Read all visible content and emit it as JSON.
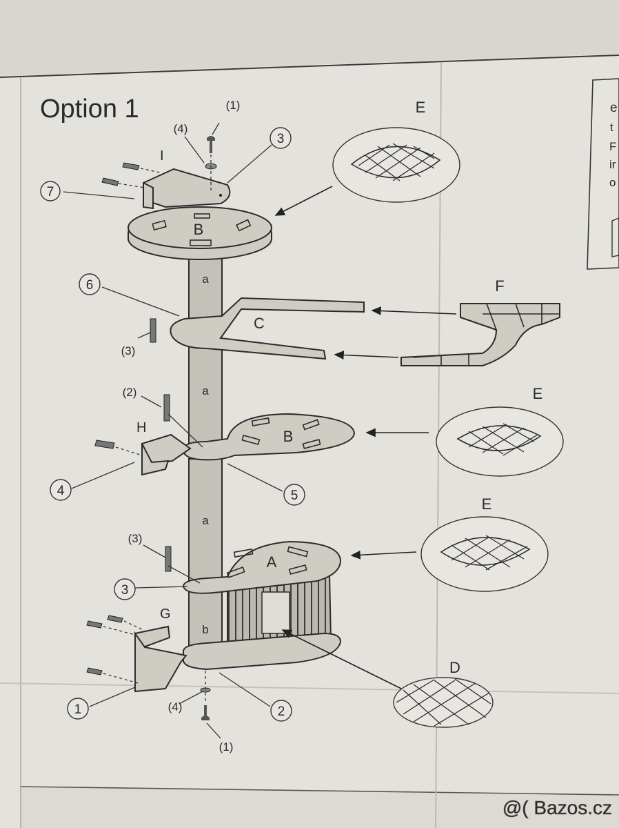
{
  "page": {
    "title": "Option 1",
    "watermark": "@( Bazos.cz"
  },
  "side_panel": {
    "fragments": [
      "e",
      "t",
      "F",
      "ir",
      "o"
    ]
  },
  "parts": {
    "A": "A",
    "B_top": "B",
    "B_mid": "B",
    "C": "C",
    "D": "D",
    "E_top": "E",
    "E_mid": "E",
    "E_low": "E",
    "F": "F",
    "G": "G",
    "H": "H",
    "I": "I",
    "post_1": "a",
    "post_2": "a",
    "post_3": "a",
    "post_4": "b"
  },
  "callouts": {
    "c7": "7",
    "c3_top": "3",
    "c6": "6",
    "c4": "4",
    "c5": "5",
    "c3_low": "3",
    "c1": "1",
    "c2": "2"
  },
  "screw_labels": {
    "s1_top": "(1)",
    "s4_top": "(4)",
    "s3_c": "(3)",
    "s2_h": "(2)",
    "s3_a": "(3)",
    "s4_bottom": "(4)",
    "s1_bottom": "(1)"
  },
  "icons": [
    "screw-icon",
    "bolt-icon",
    "washer-icon",
    "wall-plug-icon",
    "bracket-icon"
  ]
}
